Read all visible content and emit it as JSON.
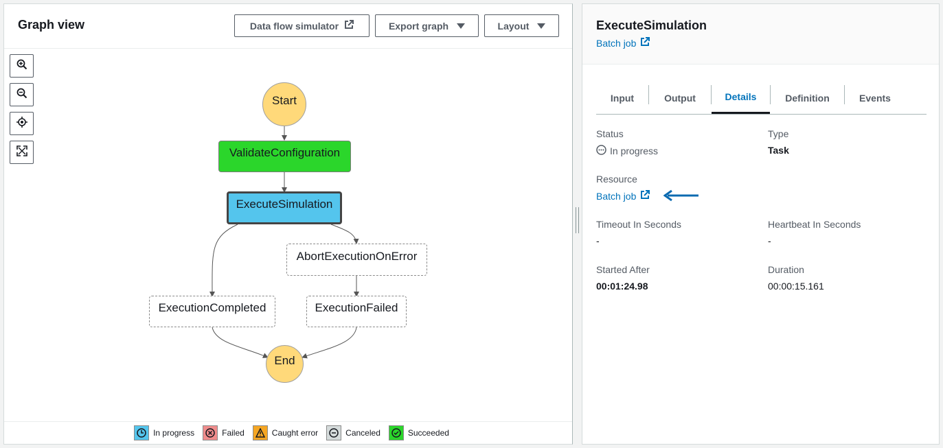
{
  "graph_panel": {
    "title": "Graph view",
    "buttons": {
      "data_flow_simulator": "Data flow simulator",
      "export_graph": "Export graph",
      "layout": "Layout"
    },
    "nodes": {
      "start": "Start",
      "validate": "ValidateConfiguration",
      "execute": "ExecuteSimulation",
      "abort": "AbortExecutionOnError",
      "completed": "ExecutionCompleted",
      "failed": "ExecutionFailed",
      "end": "End"
    },
    "legend": [
      {
        "label": "In progress",
        "color": "#54c5ed",
        "icon": "clock-icon"
      },
      {
        "label": "Failed",
        "color": "#f08c8c",
        "icon": "x-circle-icon"
      },
      {
        "label": "Caught error",
        "color": "#f5a623",
        "icon": "warning-icon"
      },
      {
        "label": "Canceled",
        "color": "#d5dbdb",
        "icon": "minus-circle-icon"
      },
      {
        "label": "Succeeded",
        "color": "#2bd62b",
        "icon": "check-circle-icon"
      }
    ]
  },
  "details_panel": {
    "title": "ExecuteSimulation",
    "header_link": "Batch job",
    "tabs": [
      "Input",
      "Output",
      "Details",
      "Definition",
      "Events"
    ],
    "active_tab": "Details",
    "fields": {
      "status_label": "Status",
      "status_value": "In progress",
      "type_label": "Type",
      "type_value": "Task",
      "resource_label": "Resource",
      "resource_value": "Batch job",
      "timeout_label": "Timeout In Seconds",
      "timeout_value": "-",
      "heartbeat_label": "Heartbeat In Seconds",
      "heartbeat_value": "-",
      "started_after_label": "Started After",
      "started_after_value": "00:01:24.98",
      "duration_label": "Duration",
      "duration_value": "00:00:15.161"
    }
  },
  "colors": {
    "accent_link": "#0073bb",
    "arrow": "#0a6ab0"
  }
}
